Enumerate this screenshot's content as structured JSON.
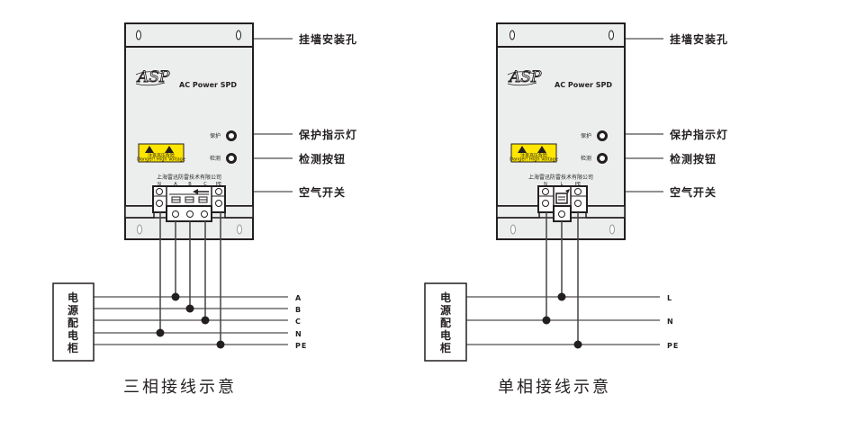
{
  "diagrams": [
    {
      "id": "three-phase",
      "caption": "三相接线示意",
      "device": {
        "logo": "ASP",
        "product": "AC Power SPD",
        "indicator_label": "保护",
        "test_label": "检测",
        "warning_text_cn": "注意高压危险",
        "warning_text_en": "Danger! High Voltage",
        "company": "上海雷迅防雷技术有限公司",
        "terminals": [
          "N",
          "A",
          "B",
          "C",
          "PE"
        ]
      },
      "callouts": [
        "挂墙安装孔",
        "保护指示灯",
        "检测按钮",
        "空气开关"
      ],
      "cabinet_label": [
        "电",
        "源",
        "配",
        "电",
        "柜"
      ],
      "lines": [
        "A",
        "B",
        "C",
        "N",
        "PE"
      ]
    },
    {
      "id": "single-phase",
      "caption": "单相接线示意",
      "device": {
        "logo": "ASP",
        "product": "AC Power SPD",
        "indicator_label": "保护",
        "test_label": "检测",
        "warning_text_cn": "注意高压危险",
        "warning_text_en": "Danger! High Voltage",
        "company": "上海雷迅防雷技术有限公司",
        "terminals": [
          "N",
          "L",
          "PE"
        ]
      },
      "callouts": [
        "挂墙安装孔",
        "保护指示灯",
        "检测按钮",
        "空气开关"
      ],
      "cabinet_label": [
        "电",
        "源",
        "配",
        "电",
        "柜"
      ],
      "lines": [
        "L",
        "N",
        "PE"
      ]
    }
  ],
  "colors": {
    "ink": "#231f20",
    "panel": "#eceeed",
    "warning": "#ffe600"
  }
}
